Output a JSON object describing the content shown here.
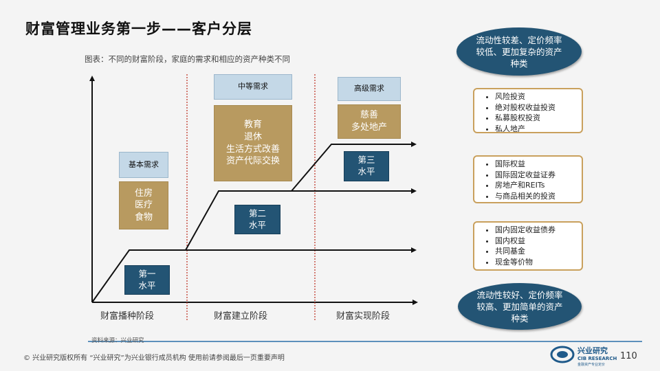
{
  "title": "财富管理业务第一步——客户分层",
  "caption": "图表：不同的财富阶段，家庭的需求和相应的资产种类不同",
  "needs": {
    "basic": "基本需求",
    "middle": "中等需求",
    "high": "高级需求"
  },
  "gold_boxes": {
    "basic": [
      "住房",
      "医疗",
      "食物"
    ],
    "middle": [
      "教育",
      "退休",
      "生活方式改善",
      "资产代际交换"
    ],
    "high": [
      "慈善",
      "多处地产"
    ]
  },
  "levels": {
    "one": [
      "第一",
      "水平"
    ],
    "two": [
      "第二",
      "水平"
    ],
    "three": [
      "第三",
      "水平"
    ]
  },
  "stages": [
    "财富播种阶段",
    "财富建立阶段",
    "财富实现阶段"
  ],
  "assets": {
    "top": [
      "风险投资",
      "绝对股权收益投资",
      "私募股权投资",
      "私人地产"
    ],
    "middle": [
      "国际权益",
      "国际固定收益证券",
      "房地产和REITs",
      "与商品相关的投资"
    ],
    "bottom": [
      "国内固定收益债券",
      "国内权益",
      "共同基金",
      "现金等价物"
    ]
  },
  "bubbles": {
    "top": "流动性较差、定价频率较低、更加复杂的资产种类",
    "bottom": "流动性较好、定价频率较高、更加简单的资产种类"
  },
  "source": "资料来源：兴业研究",
  "footer": "©  兴业研究版权所有    “兴业研究”为兴业银行成员机构    使用前请参阅最后一页重要声明",
  "logo": {
    "cn": "兴业研究",
    "en": "CIB RESEARCH",
    "sub": "金融资产专业定价"
  },
  "page_number": "110",
  "colors": {
    "navy": "#235474",
    "gold": "#b89a60",
    "light_blue": "#c4d8e7",
    "divider": "#c0392b"
  }
}
